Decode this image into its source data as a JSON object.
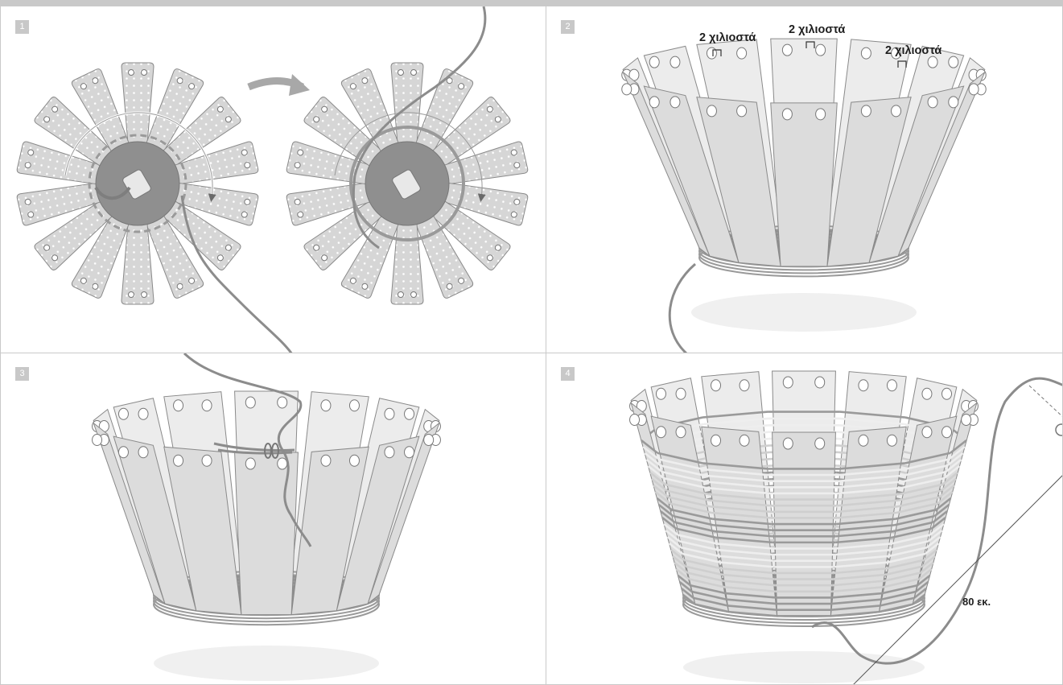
{
  "steps": [
    {
      "number": "1"
    },
    {
      "number": "2",
      "labels": [
        "2 χιλιοστά",
        "2 χιλιοστά",
        "2 χιλιοστά"
      ]
    },
    {
      "number": "3"
    },
    {
      "number": "4",
      "measure_label": "80 εκ."
    }
  ],
  "colors": {
    "frame": "#c9c9c9",
    "petal_fill": "#e6e6e6",
    "petal_stroke": "#8a8a8a",
    "base_fill": "#8f8f8f",
    "rope": "#8c8c8c",
    "weave_dark": "#9a9a9a",
    "weave_light": "#dcdcdc"
  }
}
